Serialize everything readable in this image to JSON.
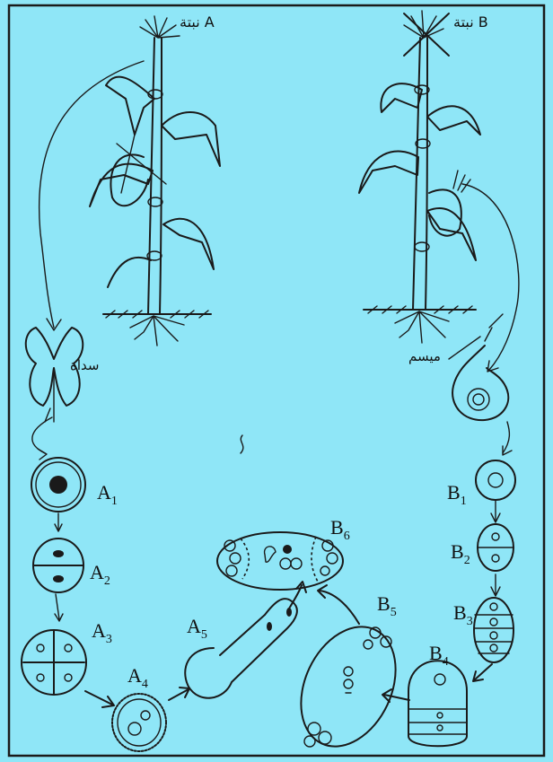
{
  "plant_a_label": "نبتة A",
  "plant_b_label": "نبتة B",
  "stigma_label": "سداة",
  "style_label": "ميسم",
  "stages": {
    "a1": {
      "letter": "A",
      "sub": "1"
    },
    "a2": {
      "letter": "A",
      "sub": "2"
    },
    "a3": {
      "letter": "A",
      "sub": "3"
    },
    "a4": {
      "letter": "A",
      "sub": "4"
    },
    "a5": {
      "letter": "A",
      "sub": "5"
    },
    "b1": {
      "letter": "B",
      "sub": "1"
    },
    "b2": {
      "letter": "B",
      "sub": "2"
    },
    "b3": {
      "letter": "B",
      "sub": "3"
    },
    "b4": {
      "letter": "B",
      "sub": "4"
    },
    "b5": {
      "letter": "B",
      "sub": "5"
    },
    "b6": {
      "letter": "B",
      "sub": "6"
    }
  },
  "colors": {
    "background": "#8fe6f7",
    "ink": "#1a1a1a"
  }
}
